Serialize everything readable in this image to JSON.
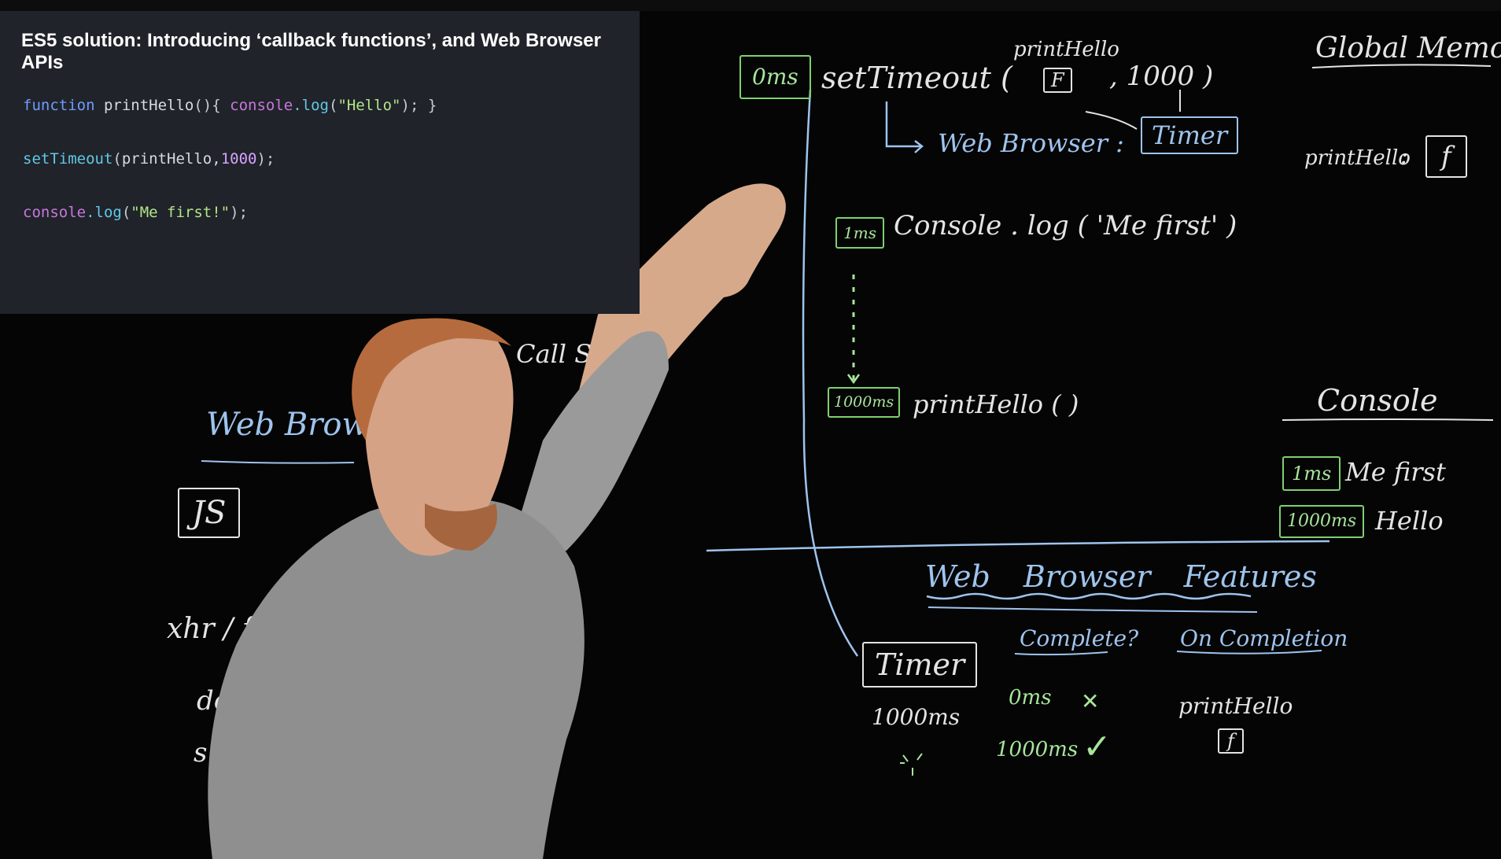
{
  "code_panel": {
    "title": "ES5 solution: Introducing ‘callback functions’, and Web Browser APIs",
    "line1": {
      "keyword": "function",
      "name": " printHello",
      "parens": "(){ ",
      "obj": "console",
      "method": ".log",
      "open": "(",
      "str": "\"Hello\"",
      "close": "); }"
    },
    "line2": {
      "fn": "setTimeout",
      "open": "(",
      "arg": "printHello,",
      "num": "1000",
      "close": ");"
    },
    "line3": {
      "obj": "console",
      "method": ".log",
      "open": "(",
      "str": "\"Me first!\"",
      "close": ");"
    }
  },
  "whiteboard": {
    "call_stack_label": "Call Stack",
    "web_browser_label": "Web Browse",
    "js_box": "JS",
    "xhr_label": "xhr / f",
    "partial_do": "do",
    "partial_s": "s",
    "setTimeout_time": "0ms",
    "setTimeout_text": "setTimeout (",
    "printHello_label": "printHello",
    "f_box": "F",
    "arg_1000": ", 1000 )",
    "web_browser_timer": "Web Browser :",
    "timer_box": "Timer",
    "console_time": "1ms",
    "console_call": "Console . log ( 'Me first' )",
    "callback_time": "1000ms",
    "callback_call": "printHello ( )",
    "global_memory": "Global Memory",
    "global_printHello": "printHello",
    "global_f": "f",
    "console_header": "Console",
    "console_row1_time": "1ms",
    "console_row1_text": "Me first",
    "console_row2_time": "1000ms",
    "console_row2_text": "Hello",
    "features_title": "Web Browser Features",
    "features_timer": "Timer",
    "features_duration": "1000ms",
    "complete_header": "Complete?",
    "complete_row1_time": "0ms",
    "complete_row1_mark": "✕",
    "complete_row2_time": "1000ms",
    "complete_row2_mark": "✓",
    "on_completion_header": "On Completion",
    "on_completion_fn": "printHello",
    "on_completion_f": "f"
  },
  "colors": {
    "panel_bg": "#202329",
    "board_bg": "#050506",
    "chalk_white": "#e4e4e4",
    "chalk_blue": "#9ec4ec",
    "chalk_green": "#a7e59a"
  }
}
